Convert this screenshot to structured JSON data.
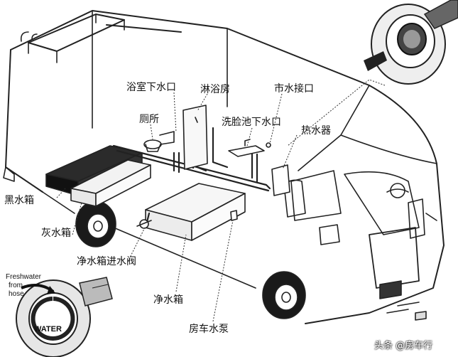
{
  "labels": {
    "bathroom_drain": "浴室下水口",
    "shower_room": "淋浴房",
    "city_water_inlet": "市水接口",
    "toilet": "厕所",
    "sink_drain": "洗脸池下水口",
    "water_heater": "热水器",
    "black_water_tank": "黑水箱",
    "grey_water_tank": "灰水箱",
    "fresh_tank_inlet_valve": "净水箱进水阀",
    "fresh_water_tank": "净水箱",
    "rv_water_pump": "房车水泵"
  },
  "inset": {
    "line1": "Freshwater",
    "line2": "from",
    "line3": "hose",
    "cap_text": "WATER"
  },
  "watermark": "头条 @房车行"
}
